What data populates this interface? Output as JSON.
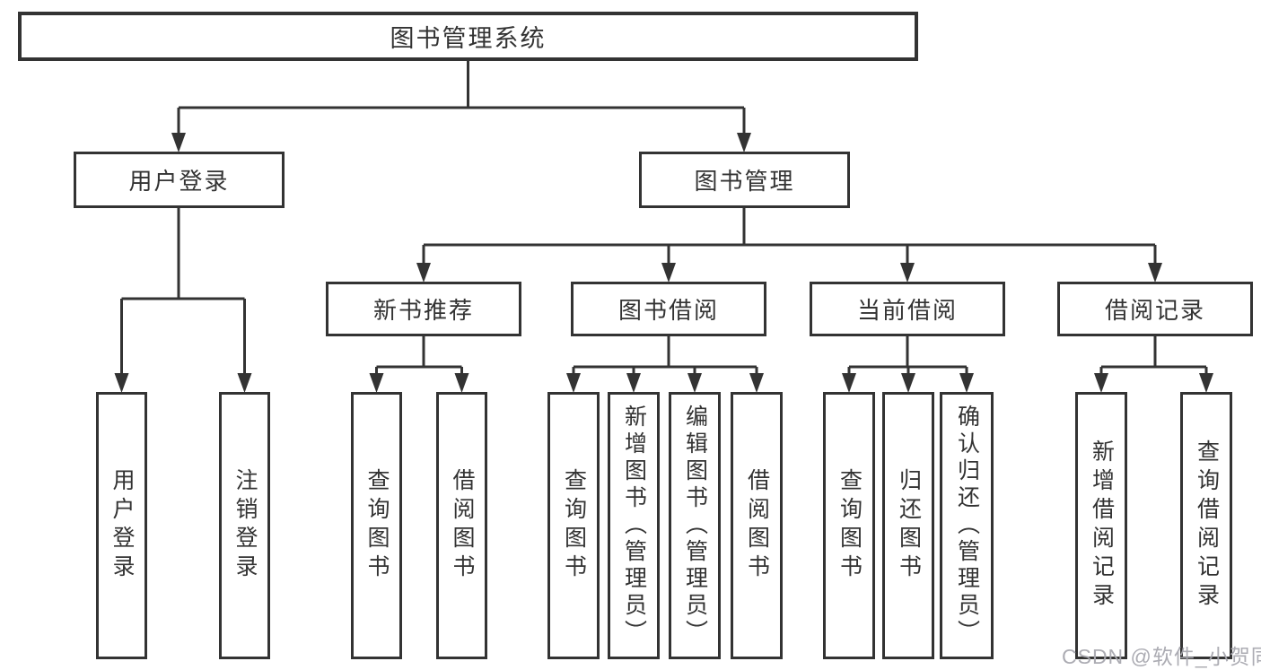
{
  "diagram": {
    "type": "tree",
    "title": "图书管理系统",
    "colors": {
      "line": "#333333",
      "text": "#333333",
      "box_background": "#ffffff",
      "watermark": "#a8a8af"
    },
    "nodes": {
      "root": {
        "label": "图书管理系统"
      },
      "user_login": {
        "label": "用户登录"
      },
      "book_mgmt": {
        "label": "图书管理"
      },
      "new_book_rec": {
        "label": "新书推荐"
      },
      "book_borrow": {
        "label": "图书借阅"
      },
      "current_borrow": {
        "label": "当前借阅"
      },
      "borrow_record": {
        "label": "借阅记录"
      },
      "leaf_user_login": {
        "label": "用户登录"
      },
      "leaf_logout": {
        "label": "注销登录"
      },
      "leaf_rec_query": {
        "label": "查询图书"
      },
      "leaf_rec_borrow": {
        "label": "借阅图书"
      },
      "leaf_bb_query": {
        "label": "查询图书"
      },
      "leaf_bb_add": {
        "label": "新增图书（管理员）"
      },
      "leaf_bb_edit": {
        "label": "编辑图书（管理员）"
      },
      "leaf_bb_borrow": {
        "label": "借阅图书"
      },
      "leaf_cb_query": {
        "label": "查询图书"
      },
      "leaf_cb_return": {
        "label": "归还图书"
      },
      "leaf_cb_confirm": {
        "label": "确认归还（管理员）"
      },
      "leaf_br_add": {
        "label": "新增借阅记录"
      },
      "leaf_br_query": {
        "label": "查询借阅记录"
      }
    },
    "edges": [
      {
        "from": "root",
        "to": [
          "user_login",
          "book_mgmt"
        ]
      },
      {
        "from": "user_login",
        "to": [
          "leaf_user_login",
          "leaf_logout"
        ]
      },
      {
        "from": "book_mgmt",
        "to": [
          "new_book_rec",
          "book_borrow",
          "current_borrow",
          "borrow_record"
        ]
      },
      {
        "from": "new_book_rec",
        "to": [
          "leaf_rec_query",
          "leaf_rec_borrow"
        ]
      },
      {
        "from": "book_borrow",
        "to": [
          "leaf_bb_query",
          "leaf_bb_add",
          "leaf_bb_edit",
          "leaf_bb_borrow"
        ]
      },
      {
        "from": "current_borrow",
        "to": [
          "leaf_cb_query",
          "leaf_cb_return",
          "leaf_cb_confirm"
        ]
      },
      {
        "from": "borrow_record",
        "to": [
          "leaf_br_add",
          "leaf_br_query"
        ]
      }
    ],
    "watermark": "CSDN @软件_小贺同学"
  }
}
